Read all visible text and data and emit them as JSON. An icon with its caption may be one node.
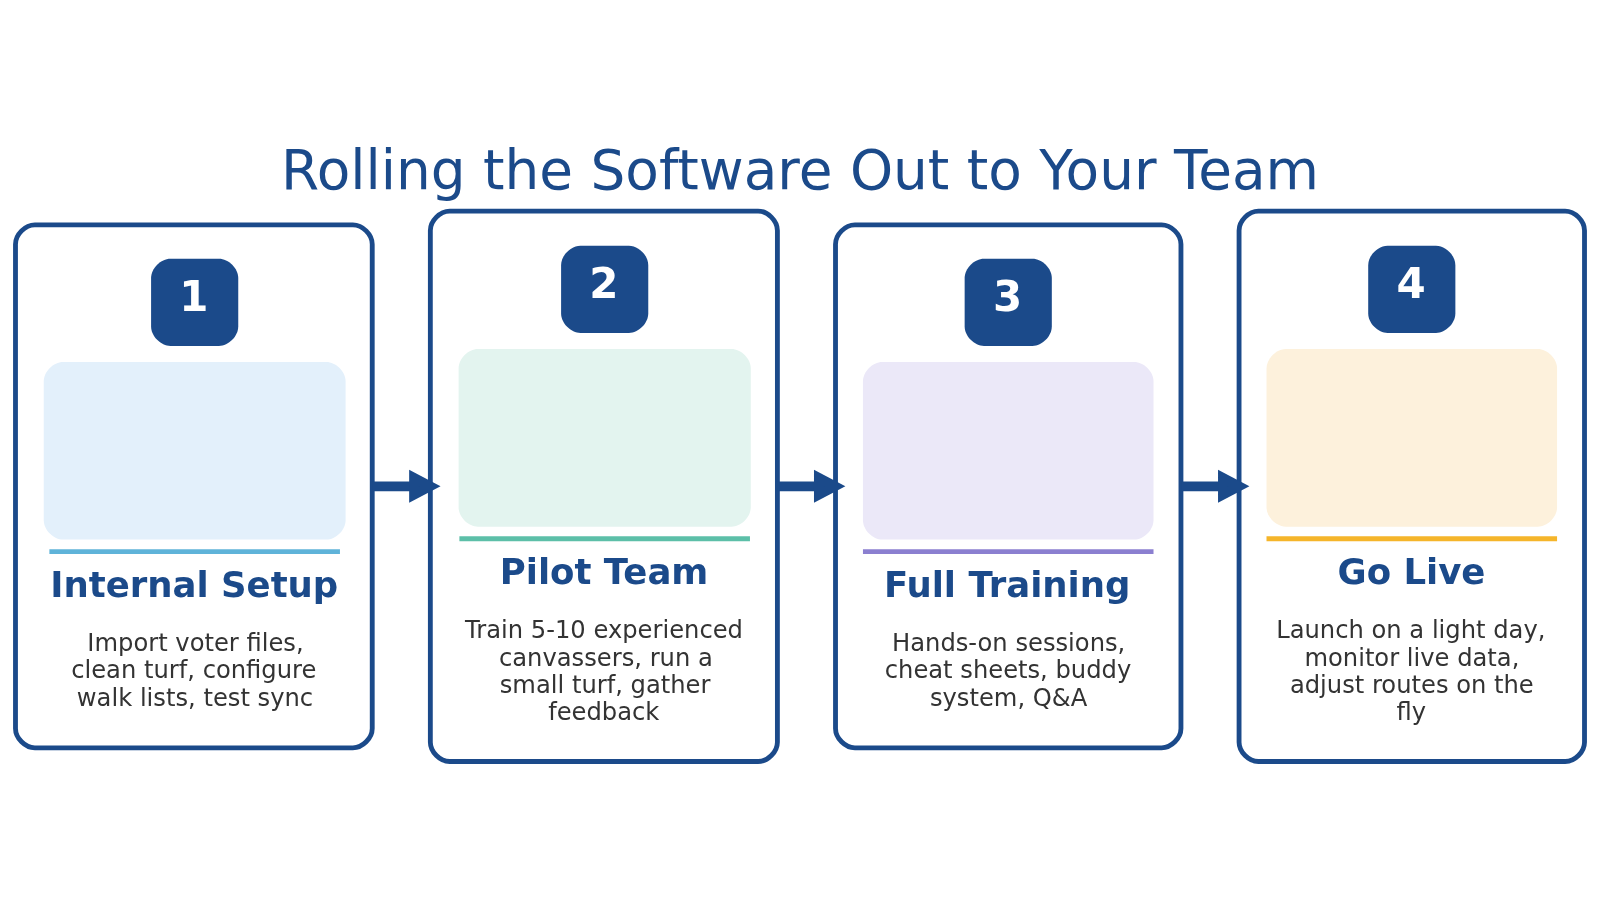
{
  "diagram": {
    "title": "Rolling the Software Out to Your Team",
    "nodes": [
      {
        "text": [
          "1",
          "Internal Setup",
          "Import voter files, clean turf, configure walk lists, test sync"
        ]
      },
      {
        "text": [
          "2",
          "Pilot Team",
          "Train 5-10 experienced canvassers, run a small turf, gather feedback"
        ]
      },
      {
        "text": [
          "3",
          "Full Training",
          "Hands-on sessions, cheat sheets, buddy system, Q&A"
        ]
      },
      {
        "text": [
          "4",
          "Go Live",
          "Launch on a light day, monitor live data, adjust routes on the fly"
        ]
      }
    ],
    "edges": [
      {
        "from": 0,
        "to": 1,
        "arrow": "to"
      },
      {
        "from": 1,
        "to": 2,
        "arrow": "to"
      },
      {
        "from": 2,
        "to": 3,
        "arrow": "to"
      }
    ]
  }
}
